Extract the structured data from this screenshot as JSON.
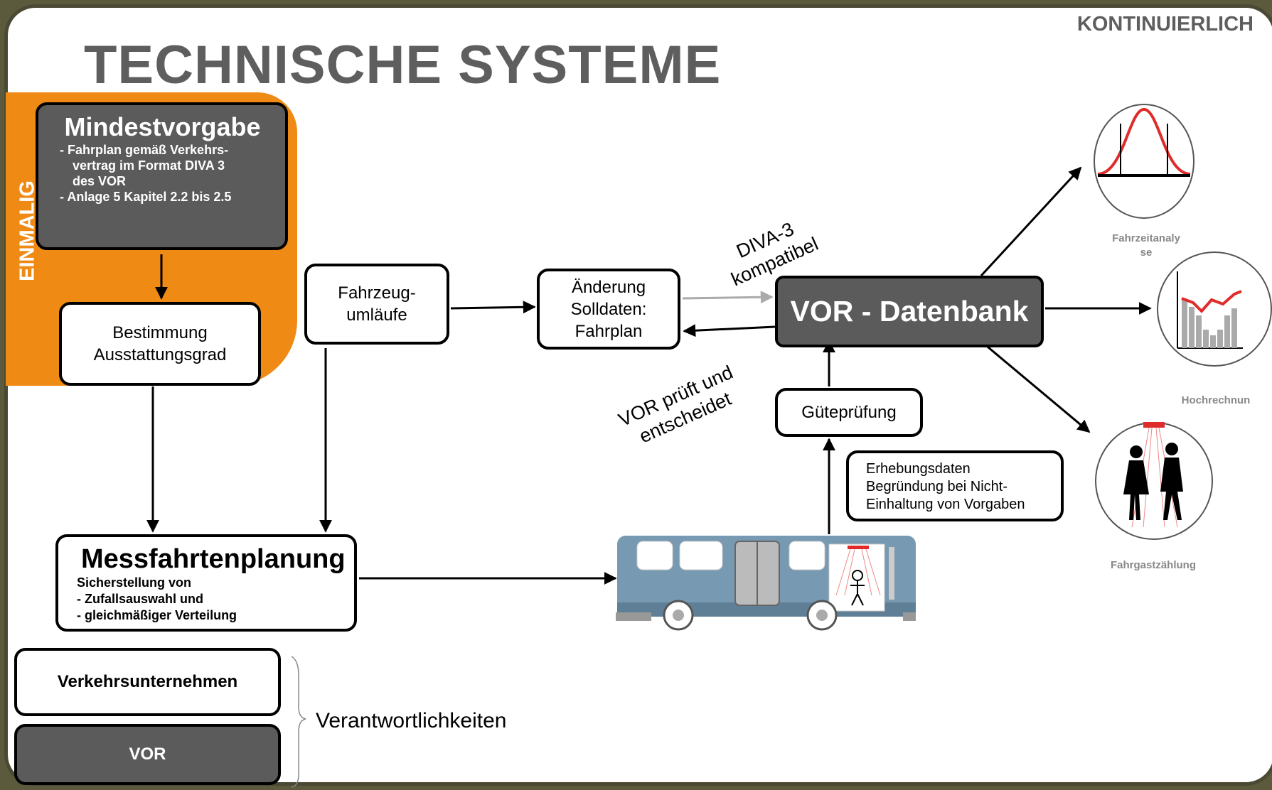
{
  "header": {
    "title": "TECHNISCHE SYSTEME",
    "phase_continuous": "KONTINUIERLICH",
    "phase_once": "EINMALIG"
  },
  "mindestvorgabe": {
    "title": "Mindestvorgabe",
    "lines": [
      "- Fahrplan gemäß Verkehrs-",
      "vertrag im Format DIVA 3",
      "des VOR",
      "- Anlage 5 Kapitel 2.2 bis 2.5"
    ]
  },
  "bestimmung": {
    "lines": [
      "Bestimmung",
      "Ausstattungsgrad"
    ]
  },
  "fahrzeug": {
    "lines": [
      "Fahrzeug-",
      "umläufe"
    ]
  },
  "aenderung": {
    "lines": [
      "Änderung",
      "Solldaten:",
      "Fahrplan"
    ]
  },
  "vor_db": {
    "label": "VOR - Datenbank"
  },
  "diva": {
    "lines": [
      "DIVA-3",
      "kompatibel"
    ]
  },
  "vor_prueft": {
    "lines": [
      "VOR prüft und",
      "entscheidet"
    ]
  },
  "gutepruefung": {
    "label": "Güteprüfung"
  },
  "erhebung": {
    "lines": [
      "Erhebungsdaten",
      "Begründung bei Nicht-",
      "Einhaltung von Vorgaben"
    ]
  },
  "messfahrten": {
    "title": "Messfahrtenplanung",
    "lines": [
      "Sicherstellung von",
      "- Zufallsauswahl und",
      "- gleichmäßiger Verteilung"
    ]
  },
  "legend": {
    "vu": "Verkehrsunternehmen",
    "vor": "VOR",
    "verantwortlichkeiten": "Verantwortlichkeiten"
  },
  "outputs": [
    {
      "lines": [
        "Fahrzeitanaly",
        "se"
      ]
    },
    {
      "lines": [
        "Hochrechnun"
      ]
    },
    {
      "lines": [
        "Fahrgastzählung"
      ]
    }
  ],
  "colors": {
    "orange": "#ef8a14",
    "dark_box": "#5b5b5b",
    "bus_body": "#7799b1",
    "accent_red": "#e02b2b"
  }
}
